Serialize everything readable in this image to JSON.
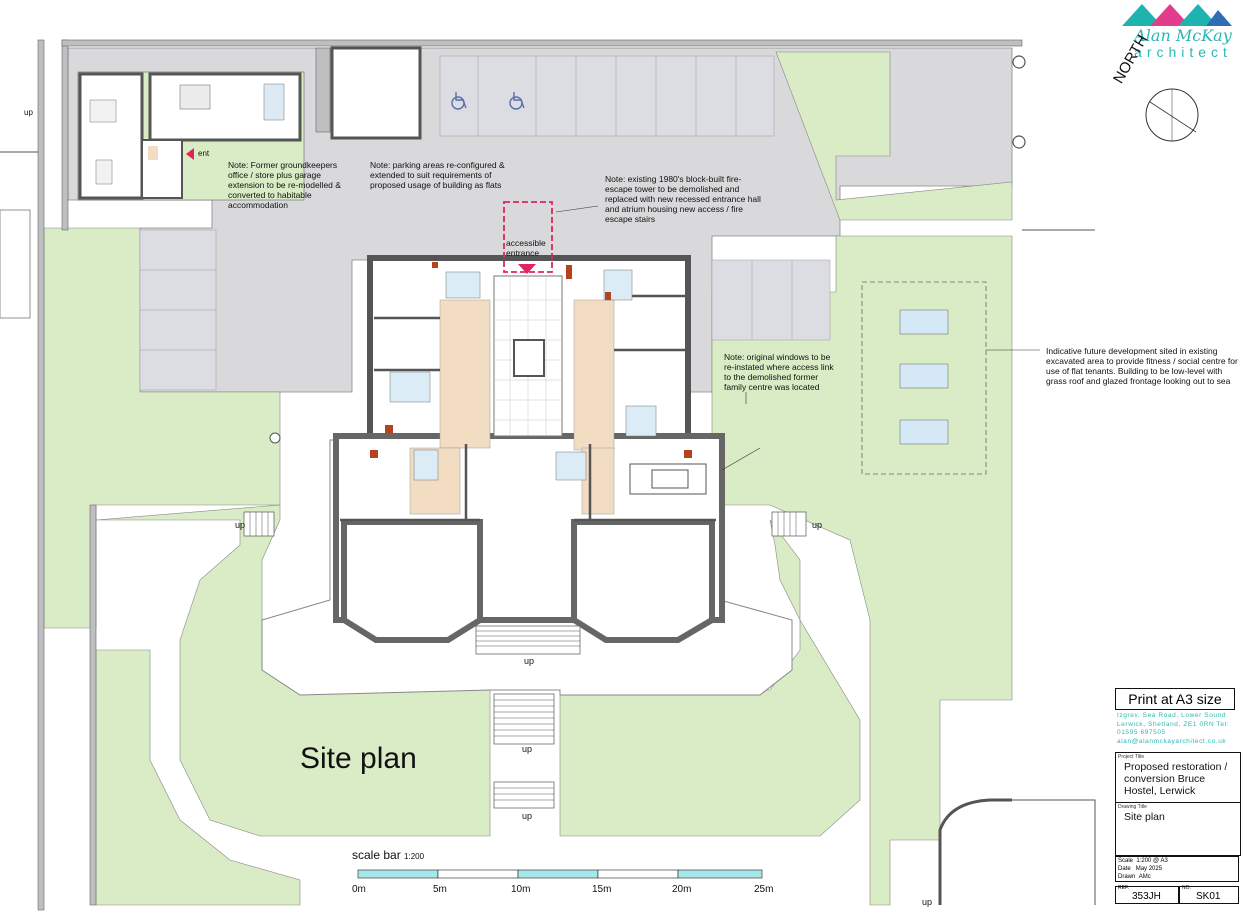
{
  "logo": {
    "name": "Alan McKay",
    "sub": "architect",
    "colors": [
      "#1fb3b0",
      "#e43c8d",
      "#2f6db5"
    ]
  },
  "north_label": "NORTH",
  "notes": {
    "groundkeepers": "Note: Former groundkeepers office / store plus garage extension to be re-modelled & converted to habitable accommodation",
    "parking": "Note: parking areas re-configured & extended to suit requirements of proposed usage of building as flats",
    "fire_escape": "Note: existing 1980's block-built fire-escape tower to be demolished and replaced with new recessed entrance hall and atrium housing new access / fire escape stairs",
    "windows": "Note: original windows to be re-instated where access link to the demolished former family centre was located",
    "future_dev": "Indicative future development sited in existing excavated area to provide fitness / social centre for use of flat tenants. Building to be low-level with grass roof and glazed frontage looking out to sea"
  },
  "labels": {
    "accessible_entrance": "accessible entrance",
    "ent": "ent",
    "up": "up",
    "site_plan": "Site plan"
  },
  "scale_bar": {
    "title": "scale bar",
    "ratio": "1:200",
    "ticks": [
      "0m",
      "5m",
      "10m",
      "15m",
      "20m",
      "25m"
    ]
  },
  "title_block": {
    "print_note": "Print at A3 size",
    "address": "Izgrev, Sea Road, Lower Sound Lerwick, Shetland, ZE1 0RN Tel: 01595 697505 alan@alanmckayarchitect.co.uk",
    "project_caption": "Project Title",
    "project_title": "Proposed restoration / conversion Bruce Hostel, Lerwick",
    "drawing_caption": "Drawing Title",
    "drawing_title": "Site plan",
    "scale_label": "Scale",
    "scale_value": "1:200 @ A3",
    "date_label": "Date",
    "date_value": "May 2025",
    "drawn_label": "Drawn",
    "drawn_value": "AMc",
    "ref_label": "REF:",
    "ref_value": "353JH",
    "no_label": "NO:",
    "no_value": "SK01"
  },
  "colors": {
    "grass": "#d9ecc5",
    "paving": "#d9d9db",
    "wall": "#bfbfc2",
    "teal": "#2bb7b3",
    "accent_red": "#e0245e",
    "timber": "#f2dcc2",
    "glazing": "#dcecf7"
  }
}
